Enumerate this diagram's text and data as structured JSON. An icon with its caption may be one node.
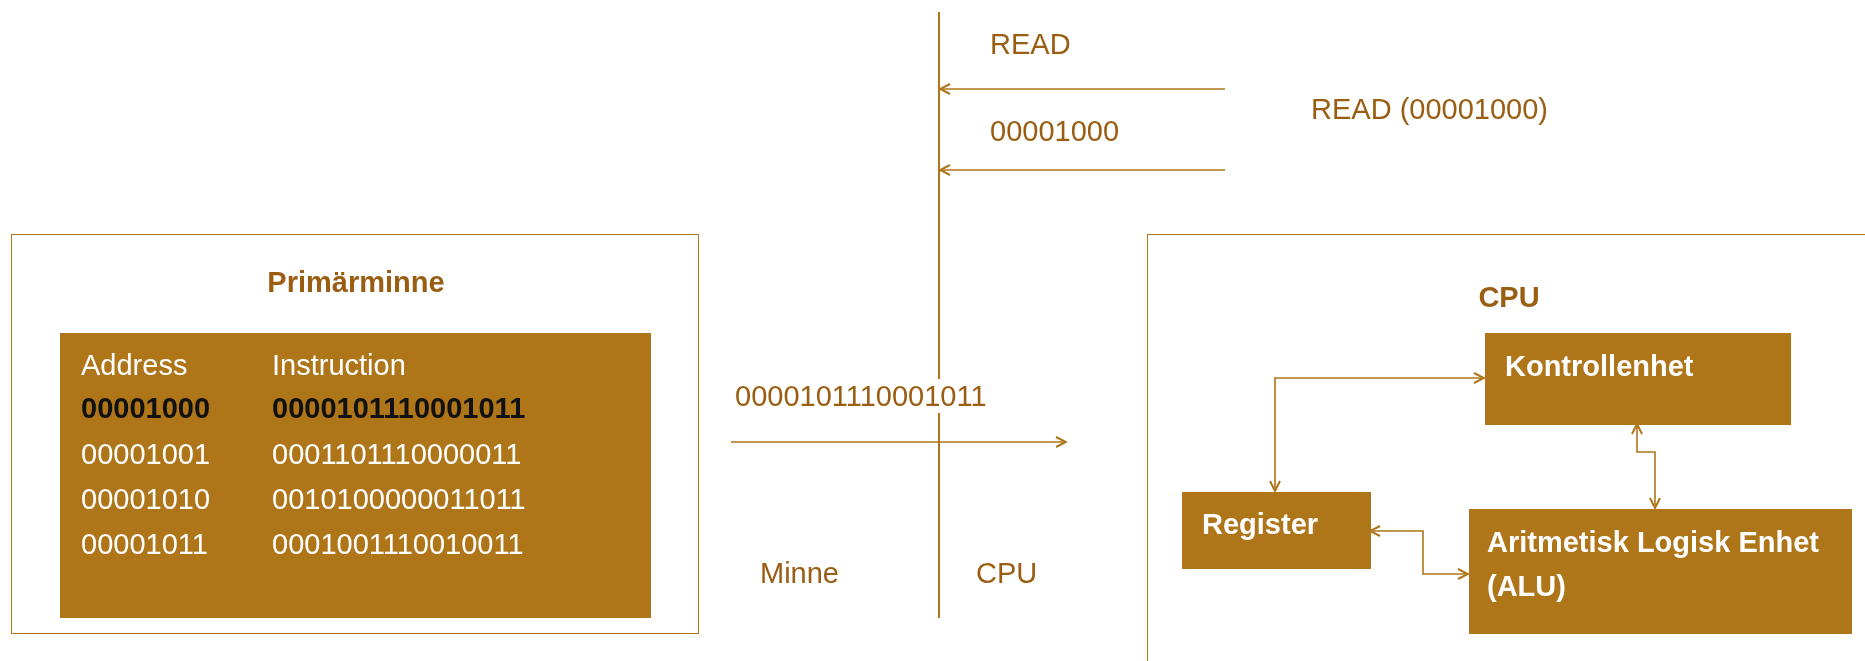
{
  "diagram": {
    "nodes": [
      {
        "text": [
          "Primärminne"
        ]
      },
      {
        "text": [
          "Address",
          "Instruction",
          "00001000",
          "0000101110001011",
          "00001001",
          "0001101110000011",
          "00001010",
          "0010100000011011",
          "00001011",
          "0001001110010011"
        ],
        "in": 0
      },
      {
        "text": [],
        "shape": "bar"
      },
      {
        "text": [
          "CPU"
        ]
      },
      {
        "text": [
          "Kontrollenhet"
        ],
        "in": 3
      },
      {
        "text": [
          "Register"
        ],
        "in": 3
      },
      {
        "text": [
          "Aritmetisk Logisk Enhet (ALU)"
        ],
        "in": 3
      }
    ],
    "edges": [
      {
        "from": null,
        "to": 2,
        "arrow": "to",
        "label": "READ"
      },
      {
        "from": null,
        "to": 2,
        "arrow": "to",
        "label": "00001000"
      },
      {
        "from": 5,
        "to": 4,
        "arrow": "both"
      },
      {
        "from": 4,
        "to": 6,
        "arrow": "both"
      },
      {
        "from": 5,
        "to": 6,
        "arrow": "both"
      }
    ],
    "labels": [
      "READ (00001000)",
      "0000101110001011",
      "Minne",
      "CPU"
    ]
  }
}
